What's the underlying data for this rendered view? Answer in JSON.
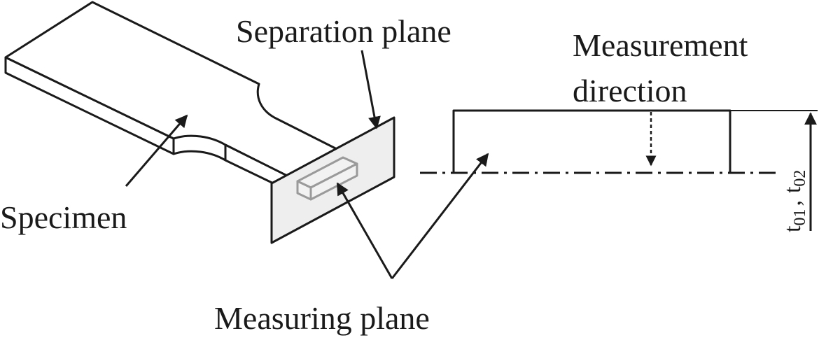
{
  "labels": {
    "separation_plane": "Separation plane",
    "measurement_direction_line1": "Measurement",
    "measurement_direction_line2": "direction",
    "specimen": "Specimen",
    "measuring_plane": "Measuring plane",
    "thickness_t": "t",
    "thickness_sub1": "01",
    "thickness_sep": ",",
    "thickness_sub2": "02"
  },
  "colors": {
    "ink": "#1a1a1a",
    "plane_fill": "#eeeeee",
    "measuring_box": "#9a9a9a",
    "background": "#ffffff"
  }
}
